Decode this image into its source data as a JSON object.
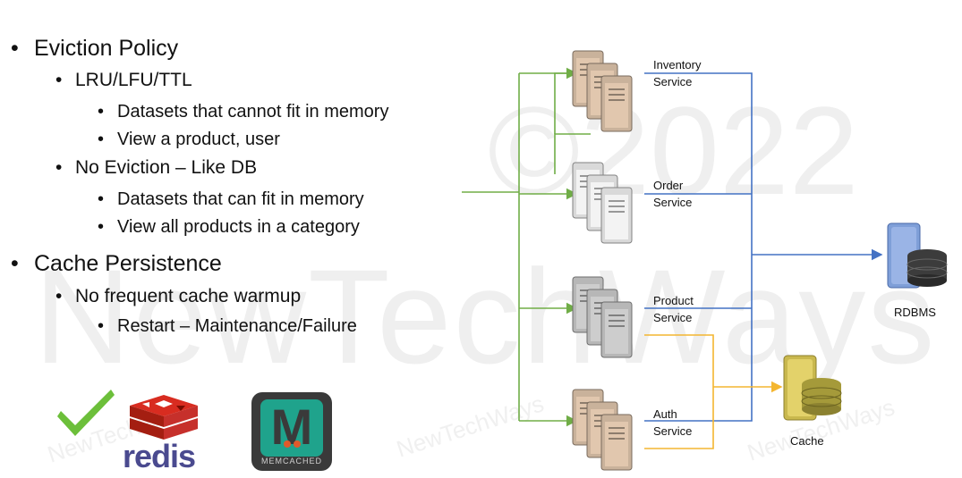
{
  "watermark": {
    "copyright": "©2022",
    "brand": "NewTechWays",
    "small": "NewTechWays"
  },
  "bullets": {
    "eviction_policy": "Eviction Policy",
    "lru": "LRU/LFU/TTL",
    "lru_item1": "Datasets that cannot fit in memory",
    "lru_item2": "View a product, user",
    "no_eviction": "No Eviction – Like DB",
    "noev_item1": "Datasets that can fit in memory",
    "noev_item2": "View all products in a category",
    "cache_persistence": "Cache Persistence",
    "no_warmup": "No frequent cache warmup",
    "restart": "Restart – Maintenance/Failure"
  },
  "logos": {
    "redis": "redis",
    "memcached_letter": "M",
    "memcached": "MEMCACHED"
  },
  "diagram": {
    "services": [
      {
        "line1": "Inventory",
        "line2": "Service",
        "color": "#c9b29b"
      },
      {
        "line1": "Order",
        "line2": "Service",
        "color": "#d9d9d9"
      },
      {
        "line1": "Product",
        "line2": "Service",
        "color": "#b7b7b7"
      },
      {
        "line1": "Auth",
        "line2": "Service",
        "color": "#c9b29b"
      }
    ],
    "rdbms_label": "RDBMS",
    "cache_label": "Cache",
    "colors": {
      "green": "#70ad47",
      "blue": "#4472c4",
      "orange": "#f4b630"
    }
  }
}
